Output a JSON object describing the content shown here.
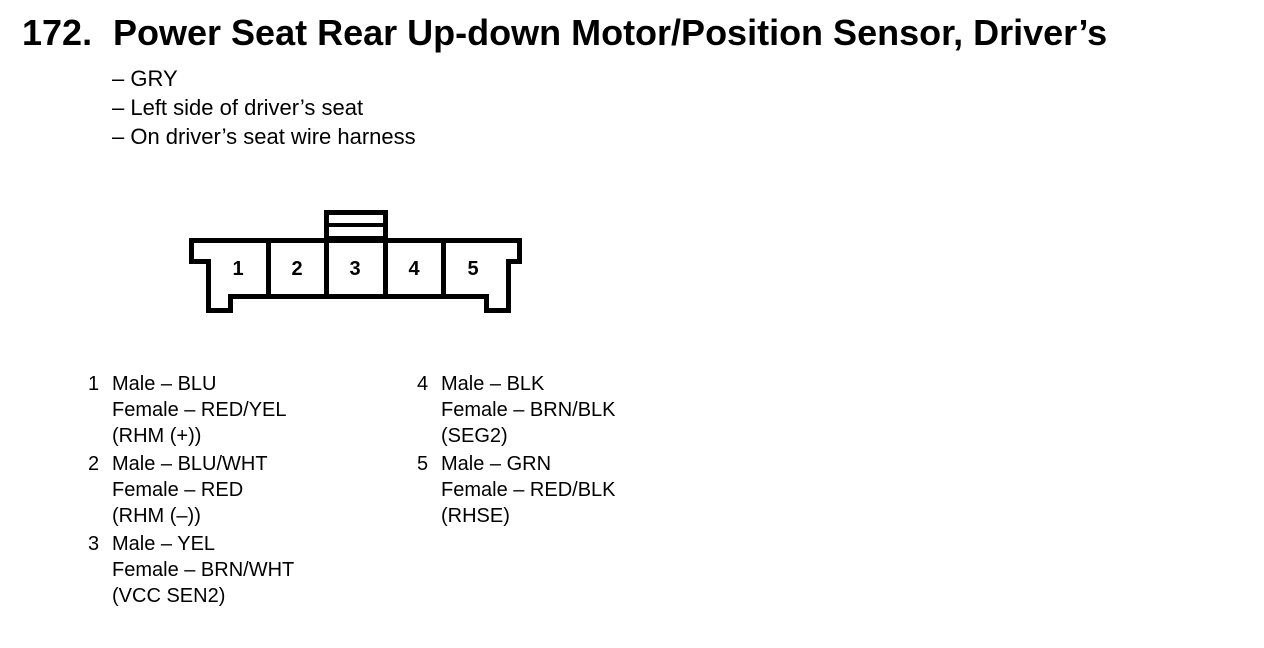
{
  "title": {
    "number": "172.",
    "text": "Power Seat Rear Up-down Motor/Position Sensor, Driver’s"
  },
  "notes": [
    "– GRY",
    "– Left side of driver’s seat",
    "– On driver’s seat wire harness"
  ],
  "connector": {
    "cavities": [
      "1",
      "2",
      "3",
      "4",
      "5"
    ]
  },
  "pins": [
    {
      "num": "1",
      "male": "Male – BLU",
      "female": "Female – RED/YEL",
      "signal": "(RHM (+))"
    },
    {
      "num": "2",
      "male": "Male – BLU/WHT",
      "female": "Female – RED",
      "signal": "(RHM (–))"
    },
    {
      "num": "3",
      "male": "Male – YEL",
      "female": "Female – BRN/WHT",
      "signal": "(VCC SEN2)"
    },
    {
      "num": "4",
      "male": "Male – BLK",
      "female": "Female – BRN/BLK",
      "signal": "(SEG2)"
    },
    {
      "num": "5",
      "male": "Male – GRN",
      "female": "Female – RED/BLK",
      "signal": "(RHSE)"
    }
  ]
}
